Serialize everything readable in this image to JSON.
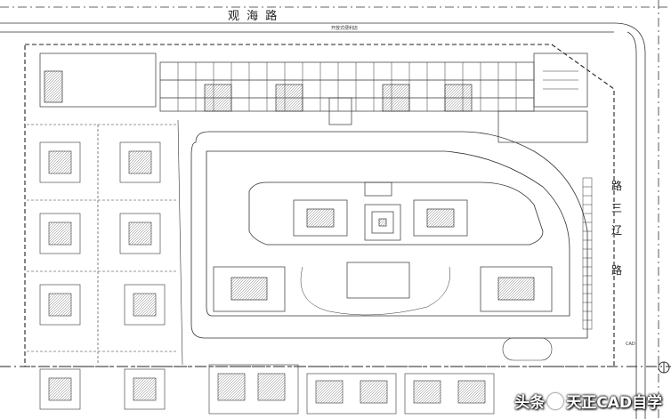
{
  "roads": {
    "top": "观 海 路",
    "right": [
      "路",
      "三",
      "辽",
      "路"
    ]
  },
  "tags": {
    "gate_top": "开放式便利店",
    "east_marker": "CAD"
  },
  "watermark": {
    "prefix": "头条",
    "handle": "天正CAD自学"
  }
}
